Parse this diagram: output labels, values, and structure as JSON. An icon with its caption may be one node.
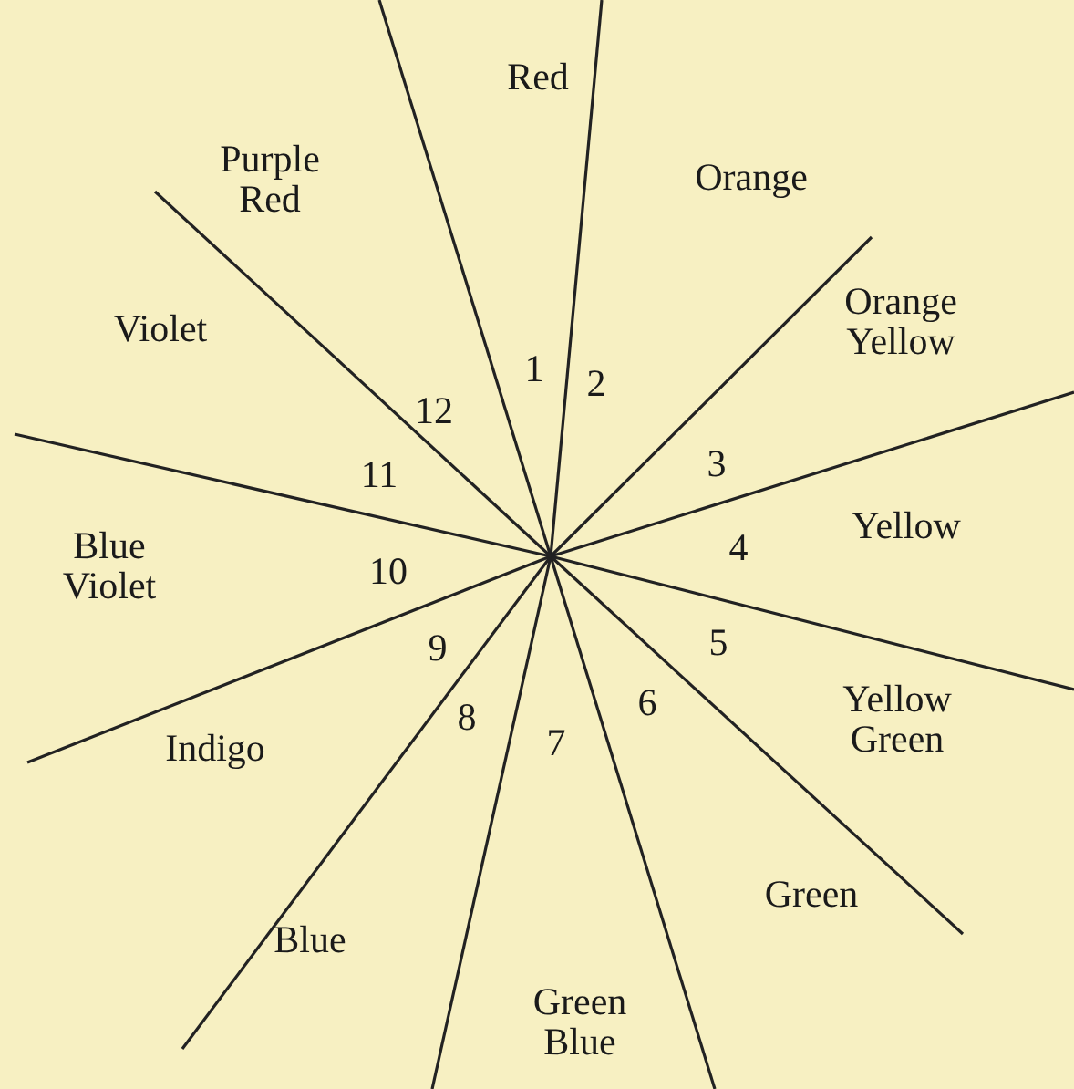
{
  "diagram": {
    "labels": [
      "Red",
      "Orange",
      "Purple Red",
      "Orange Yellow",
      "Violet",
      "12",
      "1",
      "2",
      "11",
      "3",
      "Yellow",
      "Blue Violet",
      "10",
      "4",
      "9",
      "5",
      "Yellow Green",
      "Indigo",
      "8",
      "7",
      "6",
      "Green",
      "Blue",
      "Green Blue"
    ]
  }
}
